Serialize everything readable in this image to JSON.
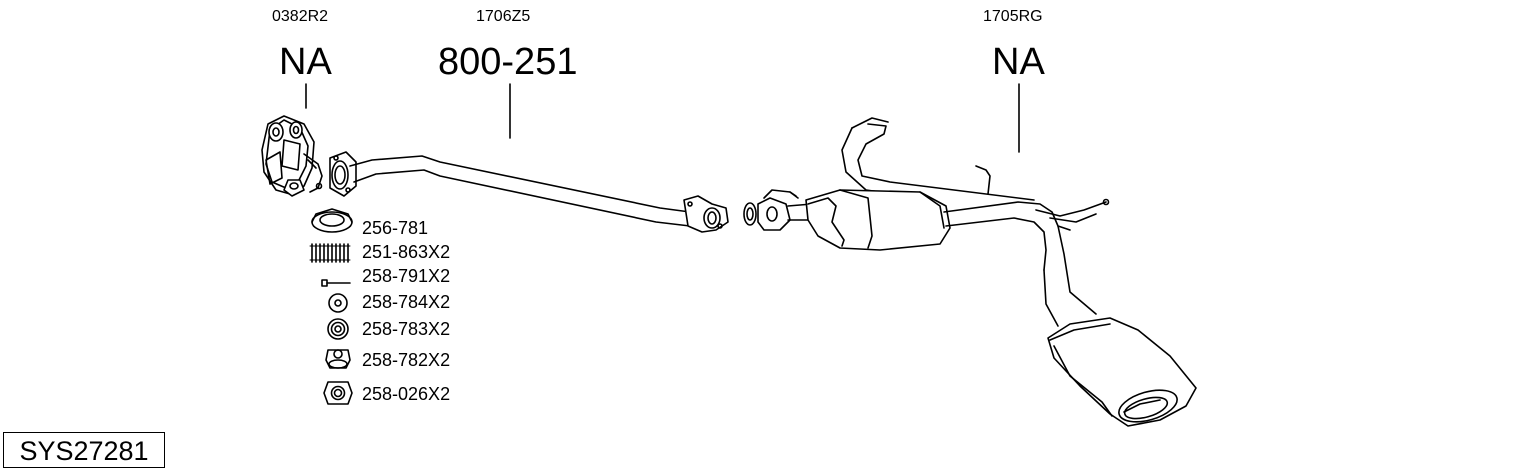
{
  "sections": [
    {
      "code": "0382R2",
      "part": "NA"
    },
    {
      "code": "1706Z5",
      "part": "800-251"
    },
    {
      "code": "1705RG",
      "part": "NA"
    }
  ],
  "accessories": [
    {
      "part": "256-781",
      "icon": "gasket-ring-icon"
    },
    {
      "part": "251-863X2",
      "icon": "spring-icon"
    },
    {
      "part": "258-791X2",
      "icon": "bolt-icon"
    },
    {
      "part": "258-784X2",
      "icon": "washer-icon"
    },
    {
      "part": "258-783X2",
      "icon": "rubber-mount-icon"
    },
    {
      "part": "258-782X2",
      "icon": "bush-mount-icon"
    },
    {
      "part": "258-026X2",
      "icon": "hex-nut-icon"
    }
  ],
  "system_id": "SYS27281"
}
